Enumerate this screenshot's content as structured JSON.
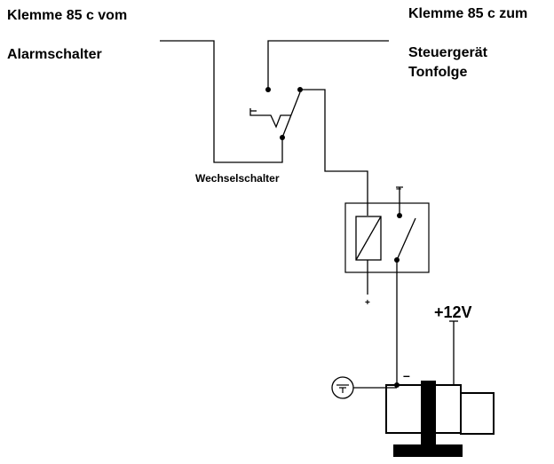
{
  "labels": {
    "left_line1": "Klemme 85 c vom",
    "left_line2": "Alarmschalter",
    "right_line1": "Klemme 85 c zum",
    "right_line2": "Steuergerät",
    "right_line3": "Tonfolge",
    "switch_label": "Wechselschalter",
    "voltage": "+12V",
    "relay_top_sign": "–",
    "relay_bottom_sign": "+",
    "motor_sign": "–"
  },
  "colors": {
    "line": "#000000",
    "background": "#ffffff"
  }
}
